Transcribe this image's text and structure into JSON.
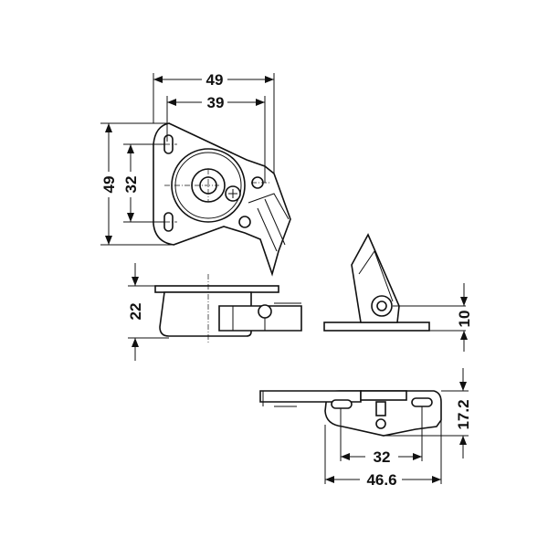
{
  "drawing": {
    "top_view": {
      "width_outer": "49",
      "width_holes": "39",
      "height_outer": "49",
      "hole_spacing": "32"
    },
    "side_view": {
      "height": "22"
    },
    "right_view": {
      "plate_to_pivot": "10"
    },
    "bottom_view": {
      "height": "17.2",
      "hole_spacing": "32",
      "width": "46.6"
    }
  }
}
